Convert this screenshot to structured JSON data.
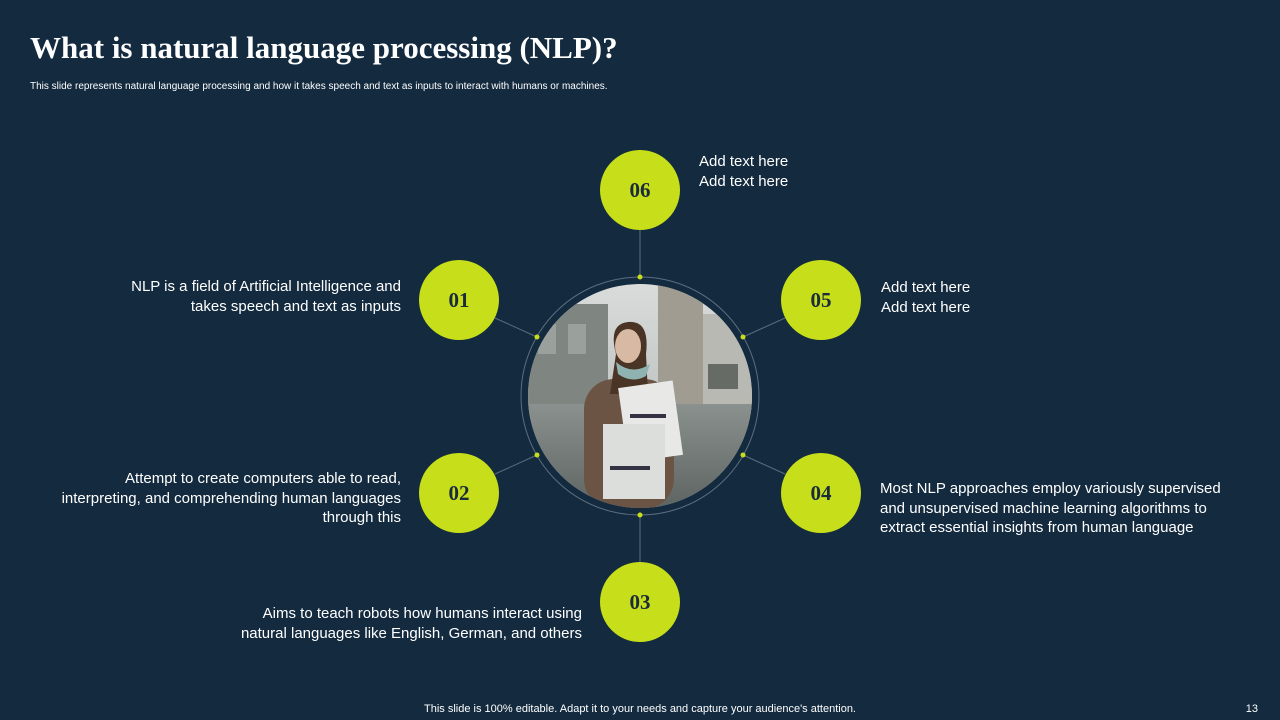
{
  "title": "What is natural language processing (NLP)?",
  "subtitle": "This slide represents natural language processing and how it takes speech and text as inputs to interact with humans or machines.",
  "colors": {
    "background": "#132a3f",
    "accent": "#c6df1a",
    "connector": "#5c6e80"
  },
  "center_image": {
    "description_icon": "woman-with-shopping-bags-photo"
  },
  "nodes": [
    {
      "number": "01",
      "lines": [
        "NLP is a field of Artificial Intelligence  and",
        "takes speech and text  as inputs"
      ]
    },
    {
      "number": "02",
      "lines": [
        "Attempt to create computers able to read,",
        "interpreting,  and comprehending human languages",
        "through this"
      ]
    },
    {
      "number": "03",
      "lines": [
        "Aims to teach robots how humans interact using",
        "natural languages like English, German, and others"
      ]
    },
    {
      "number": "04",
      "lines": [
        "Most NLP approaches employ variously supervised",
        "and unsupervised  machine  learning algorithms to",
        "extract  essential insights from human language"
      ]
    },
    {
      "number": "05",
      "lines": [
        "Add text here",
        "Add text here"
      ]
    },
    {
      "number": "06",
      "lines": [
        "Add text here",
        "Add text here"
      ]
    }
  ],
  "footer": "This slide is 100% editable. Adapt it to your needs and capture your audience's attention.",
  "page_number": "13"
}
